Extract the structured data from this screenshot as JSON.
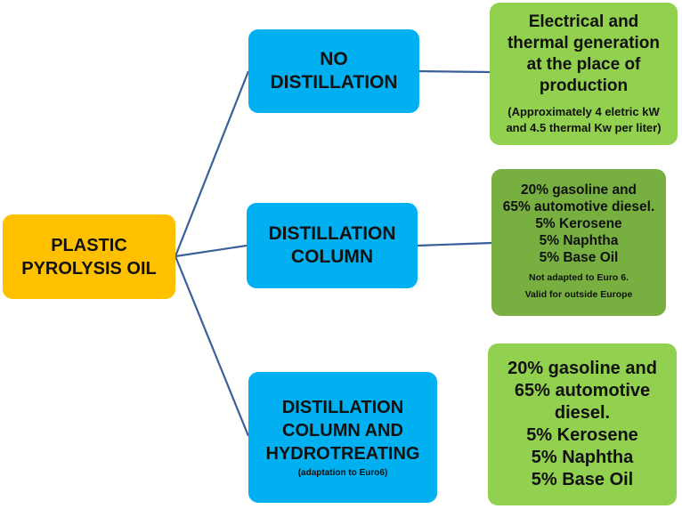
{
  "diagram": {
    "root": {
      "lines": [
        "PLASTIC",
        "PYROLYSIS OIL"
      ],
      "color": "#ffc000"
    },
    "branches": [
      {
        "process": {
          "lines": [
            "NO",
            "DISTILLATION"
          ],
          "note": ""
        },
        "result": {
          "lines": [
            "Electrical and",
            "thermal generation",
            "at the place of",
            "production"
          ],
          "notes": [
            "(Approximately 4 eletric kW",
            "and 4.5 thermal  Kw per liter)"
          ]
        }
      },
      {
        "process": {
          "lines": [
            "DISTILLATION",
            "COLUMN"
          ],
          "note": ""
        },
        "result": {
          "lines": [
            "20% gasoline and",
            "65% automotive diesel.",
            "5% Kerosene",
            "5% Naphtha",
            "5% Base Oil"
          ],
          "notes": [
            "Not adapted to Euro 6.",
            "Valid for outside Europe"
          ]
        }
      },
      {
        "process": {
          "lines": [
            "DISTILLATION",
            "COLUMN  AND",
            "HYDROTREATING"
          ],
          "note": "(adaptation to Euro6)"
        },
        "result": {
          "lines": [
            "20% gasoline and",
            "65% automotive",
            "diesel.",
            "5% Kerosene",
            "5% Naphtha",
            "5% Base Oil"
          ],
          "notes": []
        }
      }
    ],
    "colors": {
      "process": "#00b0f0",
      "result_light": "#92d050",
      "result_dark": "#77b041",
      "connector": "#3a5f9a"
    }
  }
}
